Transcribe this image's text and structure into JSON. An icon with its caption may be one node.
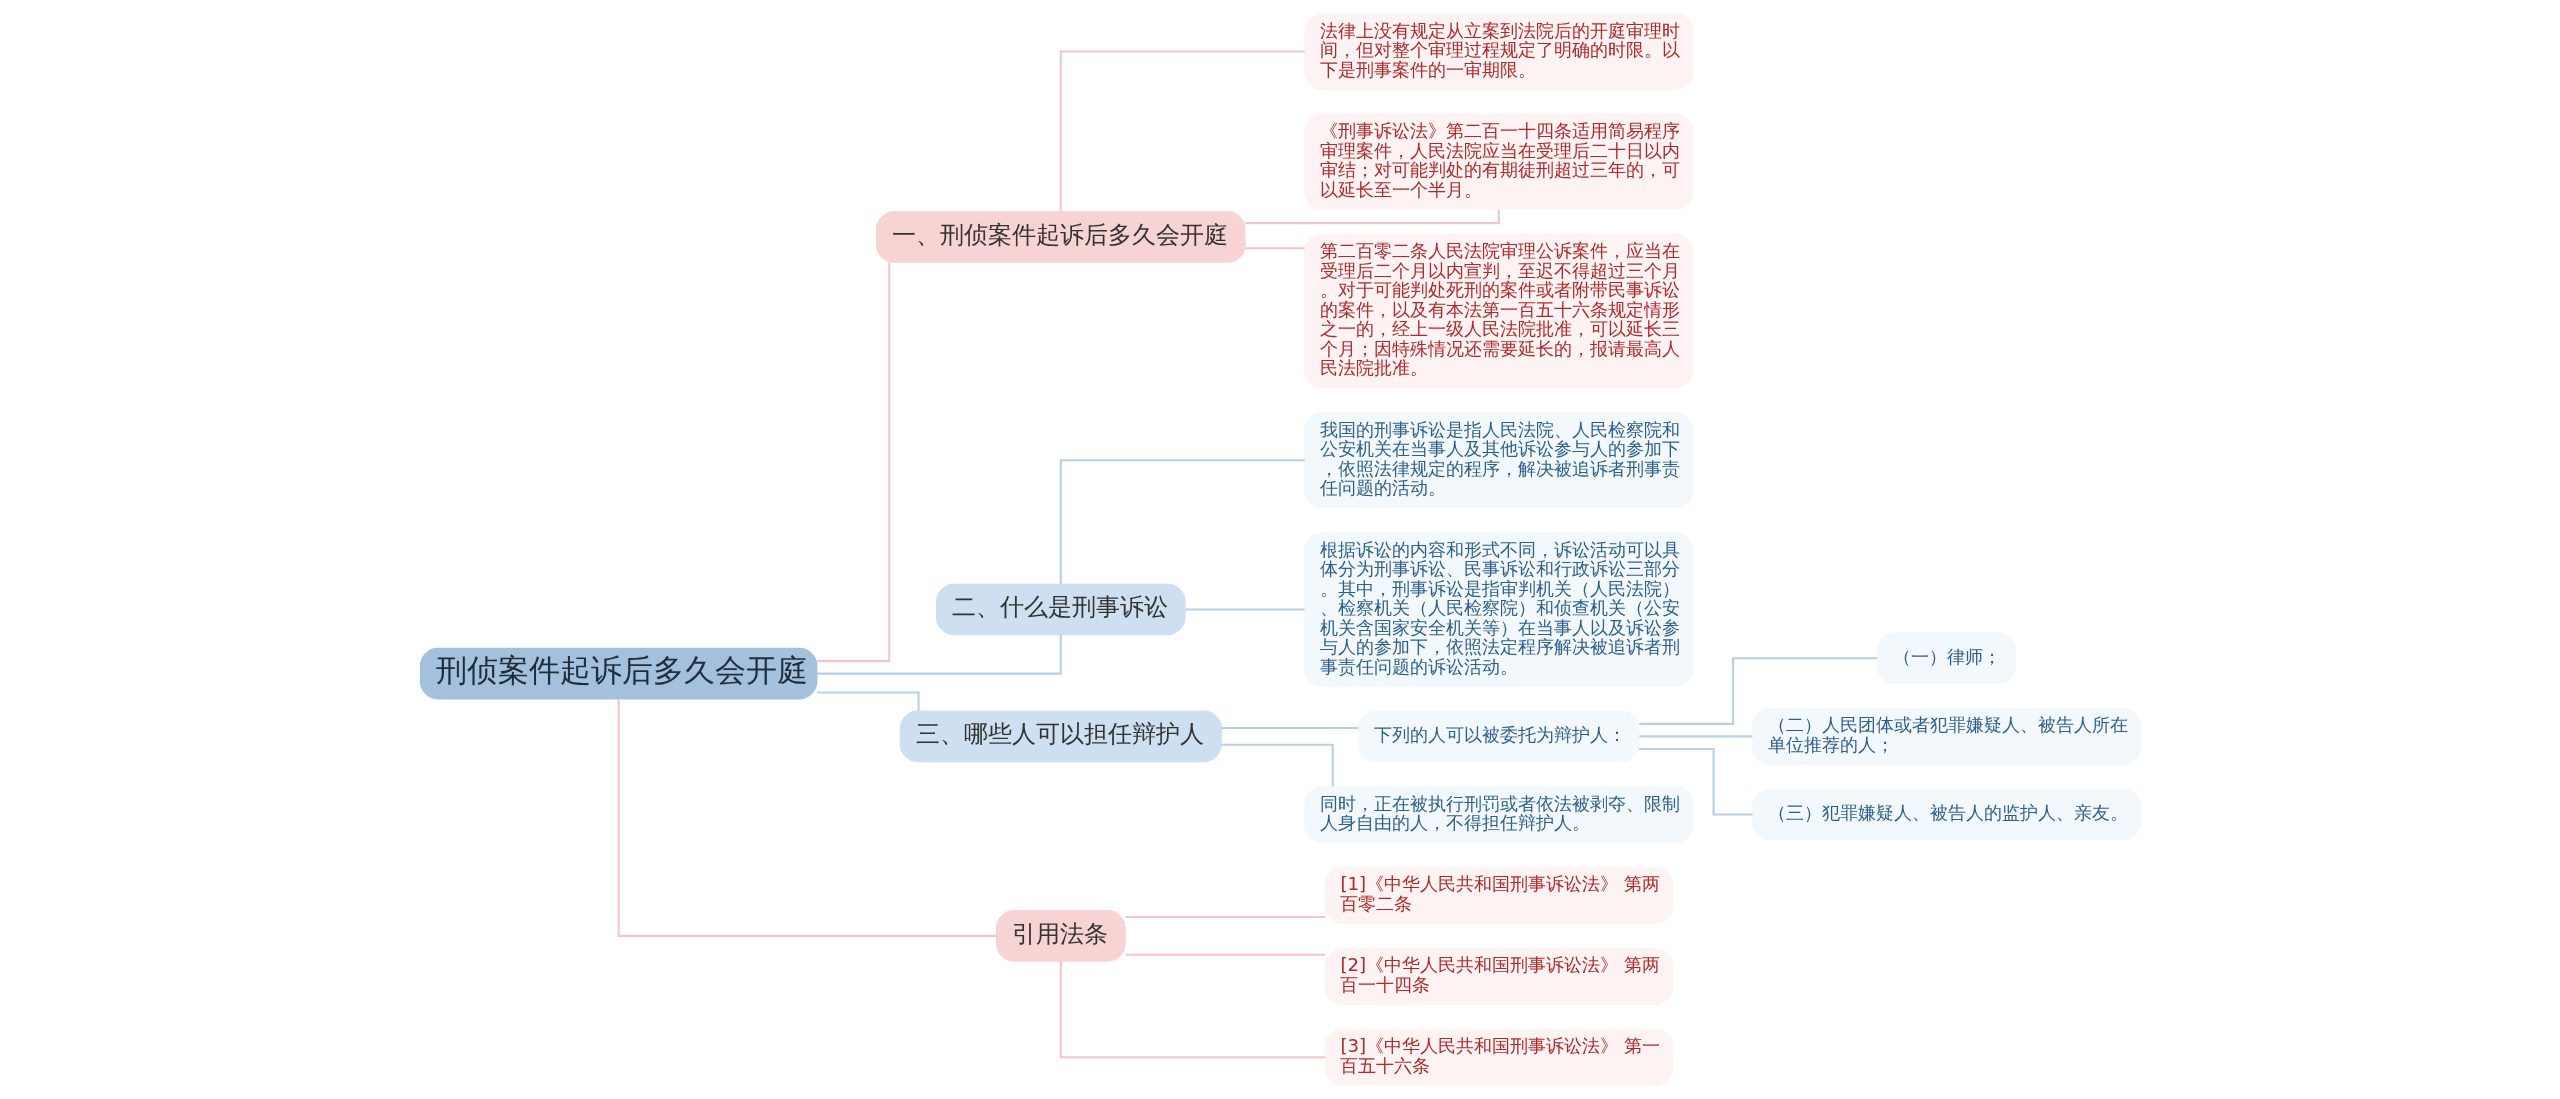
{
  "diagram": {
    "nodes": [
      {
        "text": [
          "刑侦案件起诉后多久会开庭"
        ]
      },
      {
        "text": [
          "一、刑侦案件起诉后多久会开庭"
        ]
      },
      {
        "text": [
          "法律上没有规定从立案到法院后的开庭审理时间，但对整个审理过程规定了明确的时限。以下是刑事案件的一审期限。"
        ]
      },
      {
        "text": [
          "《刑事诉讼法》第二百一十四条适用简易程序审理案件，人民法院应当在受理后二十日以内审结；对可能判处的有期徒刑超过三年的，可以延长至一个半月。"
        ]
      },
      {
        "text": [
          "第二百零二条人民法院审理公诉案件，应当在受理后二个月以内宣判，至迟不得超过三个月。对于可能判处死刑的案件或者附带民事诉讼的案件，以及有本法第一百五十六条规定情形之一的，经上一级人民法院批准，可以延长三个月；因特殊情况还需要延长的，报请最高人民法院批准。"
        ]
      },
      {
        "text": [
          "二、什么是刑事诉讼"
        ]
      },
      {
        "text": [
          "我国的刑事诉讼是指人民法院、人民检察院和公安机关在当事人及其他诉讼参与人的参加下，依照法律规定的程序，解决被追诉者刑事责任问题的活动。"
        ]
      },
      {
        "text": [
          "根据诉讼的内容和形式不同，诉讼活动可以具体分为刑事诉讼、民事诉讼和行政诉讼三部分。其中，刑事诉讼是指审判机关（人民法院）、检察机关（人民检察院）和侦查机关（公安机关含国家安全机关等）在当事人以及诉讼参与人的参加下，依照法定程序解决被追诉者刑事责任问题的诉讼活动。"
        ]
      },
      {
        "text": [
          "三、哪些人可以担任辩护人"
        ]
      },
      {
        "text": [
          "下列的人可以被委托为辩护人："
        ]
      },
      {
        "text": [
          "（一）律师；"
        ]
      },
      {
        "text": [
          "（二）人民团体或者犯罪嫌疑人、被告人所在单位推荐的人；"
        ]
      },
      {
        "text": [
          "（三）犯罪嫌疑人、被告人的监护人、亲友。"
        ]
      },
      {
        "text": [
          "同时，正在被执行刑罚或者依法被剥夺、限制人身自由的人，不得担任辩护人。"
        ]
      },
      {
        "text": [
          "引用法条"
        ]
      },
      {
        "text": [
          "[1]《中华人民共和国刑事诉讼法》 第两百零二条"
        ]
      },
      {
        "text": [
          "[2]《中华人民共和国刑事诉讼法》 第两百一十四条"
        ]
      },
      {
        "text": [
          "[3]《中华人民共和国刑事诉讼法》 第一百五十六条"
        ]
      }
    ],
    "edges": [
      {
        "from": 0,
        "to": 1,
        "arrow": "none",
        "color": "#f2c6c6"
      },
      {
        "from": 1,
        "to": 2,
        "arrow": "none",
        "color": "#f2c6c6"
      },
      {
        "from": 1,
        "to": 3,
        "arrow": "none",
        "color": "#f2c6c6"
      },
      {
        "from": 1,
        "to": 4,
        "arrow": "none",
        "color": "#f2c6c6"
      },
      {
        "from": 0,
        "to": 5,
        "arrow": "none"
      },
      {
        "from": 5,
        "to": 6,
        "arrow": "none"
      },
      {
        "from": 5,
        "to": 7,
        "arrow": "none"
      },
      {
        "from": 0,
        "to": 8,
        "arrow": "none"
      },
      {
        "from": 8,
        "to": 9,
        "arrow": "none"
      },
      {
        "from": 9,
        "to": 10,
        "arrow": "none"
      },
      {
        "from": 9,
        "to": 11,
        "arrow": "none"
      },
      {
        "from": 9,
        "to": 12,
        "arrow": "none"
      },
      {
        "from": 8,
        "to": 13,
        "arrow": "none"
      },
      {
        "from": 0,
        "to": 14,
        "arrow": "none",
        "color": "#f2c6c6"
      },
      {
        "from": 14,
        "to": 15,
        "arrow": "none",
        "color": "#f2c6c6"
      },
      {
        "from": 14,
        "to": 16,
        "arrow": "none",
        "color": "#f2c6c6"
      },
      {
        "from": 14,
        "to": 17,
        "arrow": "none",
        "color": "#f2c6c6"
      }
    ]
  }
}
